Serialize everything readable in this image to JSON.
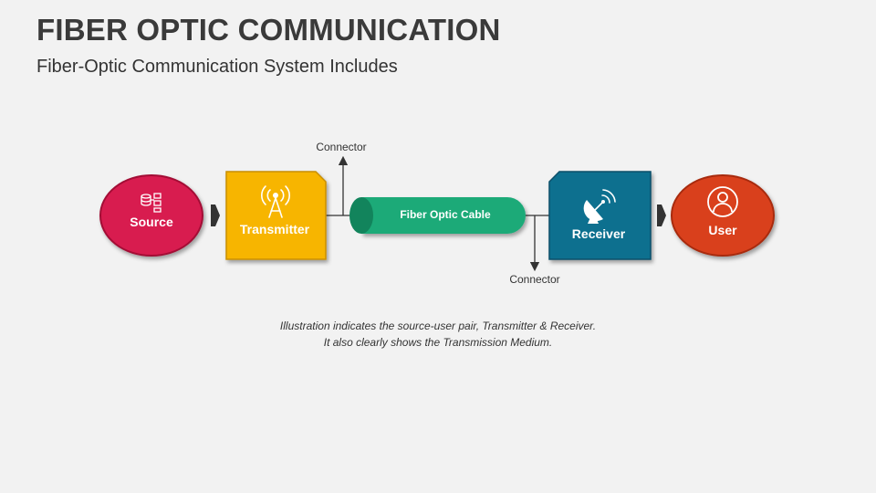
{
  "header": {
    "title": "FIBER OPTIC COMMUNICATION",
    "subtitle": "Fiber-Optic Communication System Includes"
  },
  "diagram": {
    "source": {
      "label": "Source",
      "icon": "database-network-icon",
      "color": "#d81b4f"
    },
    "transmitter": {
      "label": "Transmitter",
      "icon": "radio-tower-icon",
      "color": "#f7b500"
    },
    "cable": {
      "label": "Fiber Optic Cable",
      "icon": "cylinder-icon",
      "color": "#1aaa78"
    },
    "receiver": {
      "label": "Receiver",
      "icon": "satellite-dish-icon",
      "color": "#0f6f8f"
    },
    "user": {
      "label": "User",
      "icon": "user-icon",
      "color": "#d9411e"
    },
    "connector_top": "Connector",
    "connector_bottom": "Connector"
  },
  "caption": {
    "line1": "Illustration indicates the source-user pair, Transmitter & Receiver.",
    "line2": "It also clearly shows the Transmission Medium."
  }
}
